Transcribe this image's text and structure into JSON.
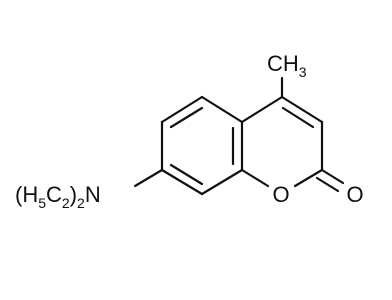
{
  "molecule": {
    "labels": {
      "methyl_c": "CH",
      "methyl_h_count": "3",
      "ring_oxygen": "O",
      "carbonyl_oxygen": "O",
      "amine_open": "(H",
      "amine_h_count": "5",
      "amine_c": "C",
      "amine_c_count": "2",
      "amine_close": ")",
      "amine_group_count": "2",
      "amine_n": "N"
    }
  }
}
